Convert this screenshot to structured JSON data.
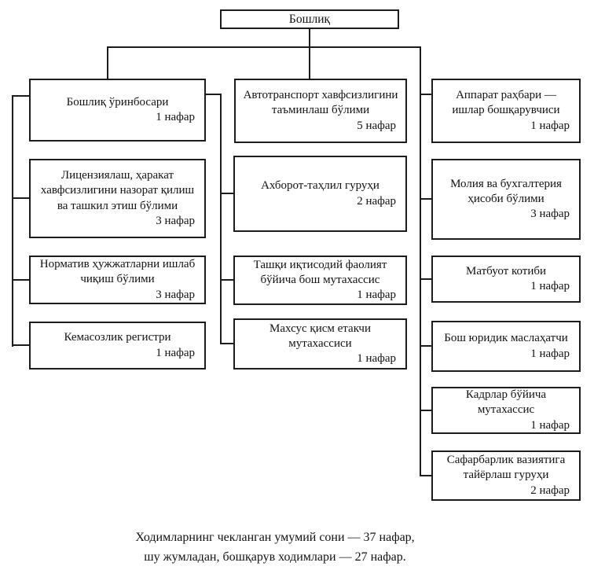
{
  "root": {
    "title": "Бошлиқ"
  },
  "columns": {
    "left": [
      {
        "title": "Бошлиқ ўринбосари",
        "count": "1 нафар"
      },
      {
        "title": "Лицензиялаш, ҳаракат хавфсизлигини назорат қилиш ва ташкил этиш бўлими",
        "count": "3 нафар"
      },
      {
        "title": "Норматив ҳужжатларни ишлаб чиқиш бўлими",
        "count": "3 нафар"
      },
      {
        "title": "Кемасозлик регистри",
        "count": "1 нафар"
      }
    ],
    "middle": [
      {
        "title": "Автотранспорт хавфсизлигини таъминлаш бўлими",
        "count": "5 нафар"
      },
      {
        "title": "Ахборот-таҳлил гуруҳи",
        "count": "2 нафар"
      },
      {
        "title": "Ташқи иқтисодий фаолият бўйича бош мутахассис",
        "count": "1 нафар"
      },
      {
        "title": "Махсус қисм етакчи мутахассиси",
        "count": "1 нафар"
      }
    ],
    "right": [
      {
        "title": "Аппарат раҳбари — ишлар бошқарувчиси",
        "count": "1 нафар"
      },
      {
        "title": "Молия ва бухгалтерия ҳисоби бўлими",
        "count": "3 нафар"
      },
      {
        "title": "Матбуот котиби",
        "count": "1 нафар"
      },
      {
        "title": "Бош юридик маслаҳатчи",
        "count": "1 нафар"
      },
      {
        "title": "Кадрлар бўйича мутахассис",
        "count": "1 нафар"
      },
      {
        "title": "Сафарбарлик вазиятига тайёрлаш гуруҳи",
        "count": "2 нафар"
      }
    ]
  },
  "footer": {
    "line1": "Ходимларнинг чекланган умумий сони — 37 нафар,",
    "line2": "шу жумладан, бошқарув ходимлари — 27 нафар."
  },
  "colors": {
    "line": "#1c1c1c",
    "text": "#121212",
    "background": "#ffffff"
  }
}
